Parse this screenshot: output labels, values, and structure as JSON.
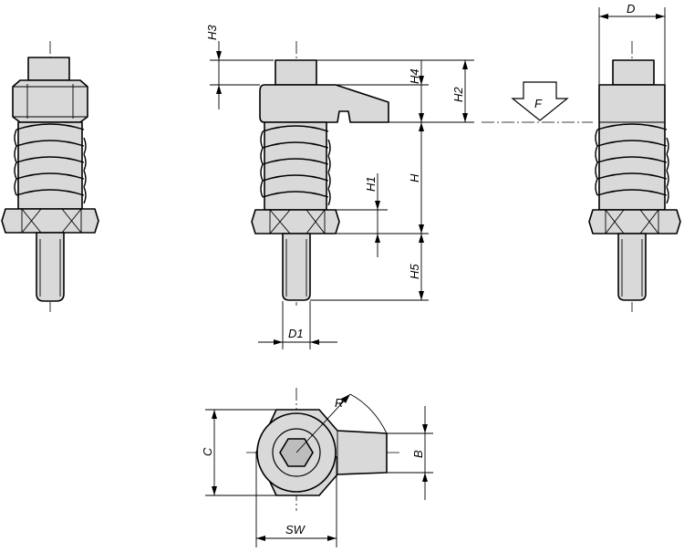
{
  "labels": {
    "h3": "H3",
    "h4": "H4",
    "h2": "H2",
    "h": "H",
    "h1": "H1",
    "h5": "H5",
    "d1": "D1",
    "d": "D",
    "f": "F",
    "r": "R",
    "c": "C",
    "b": "B",
    "sw": "SW"
  }
}
